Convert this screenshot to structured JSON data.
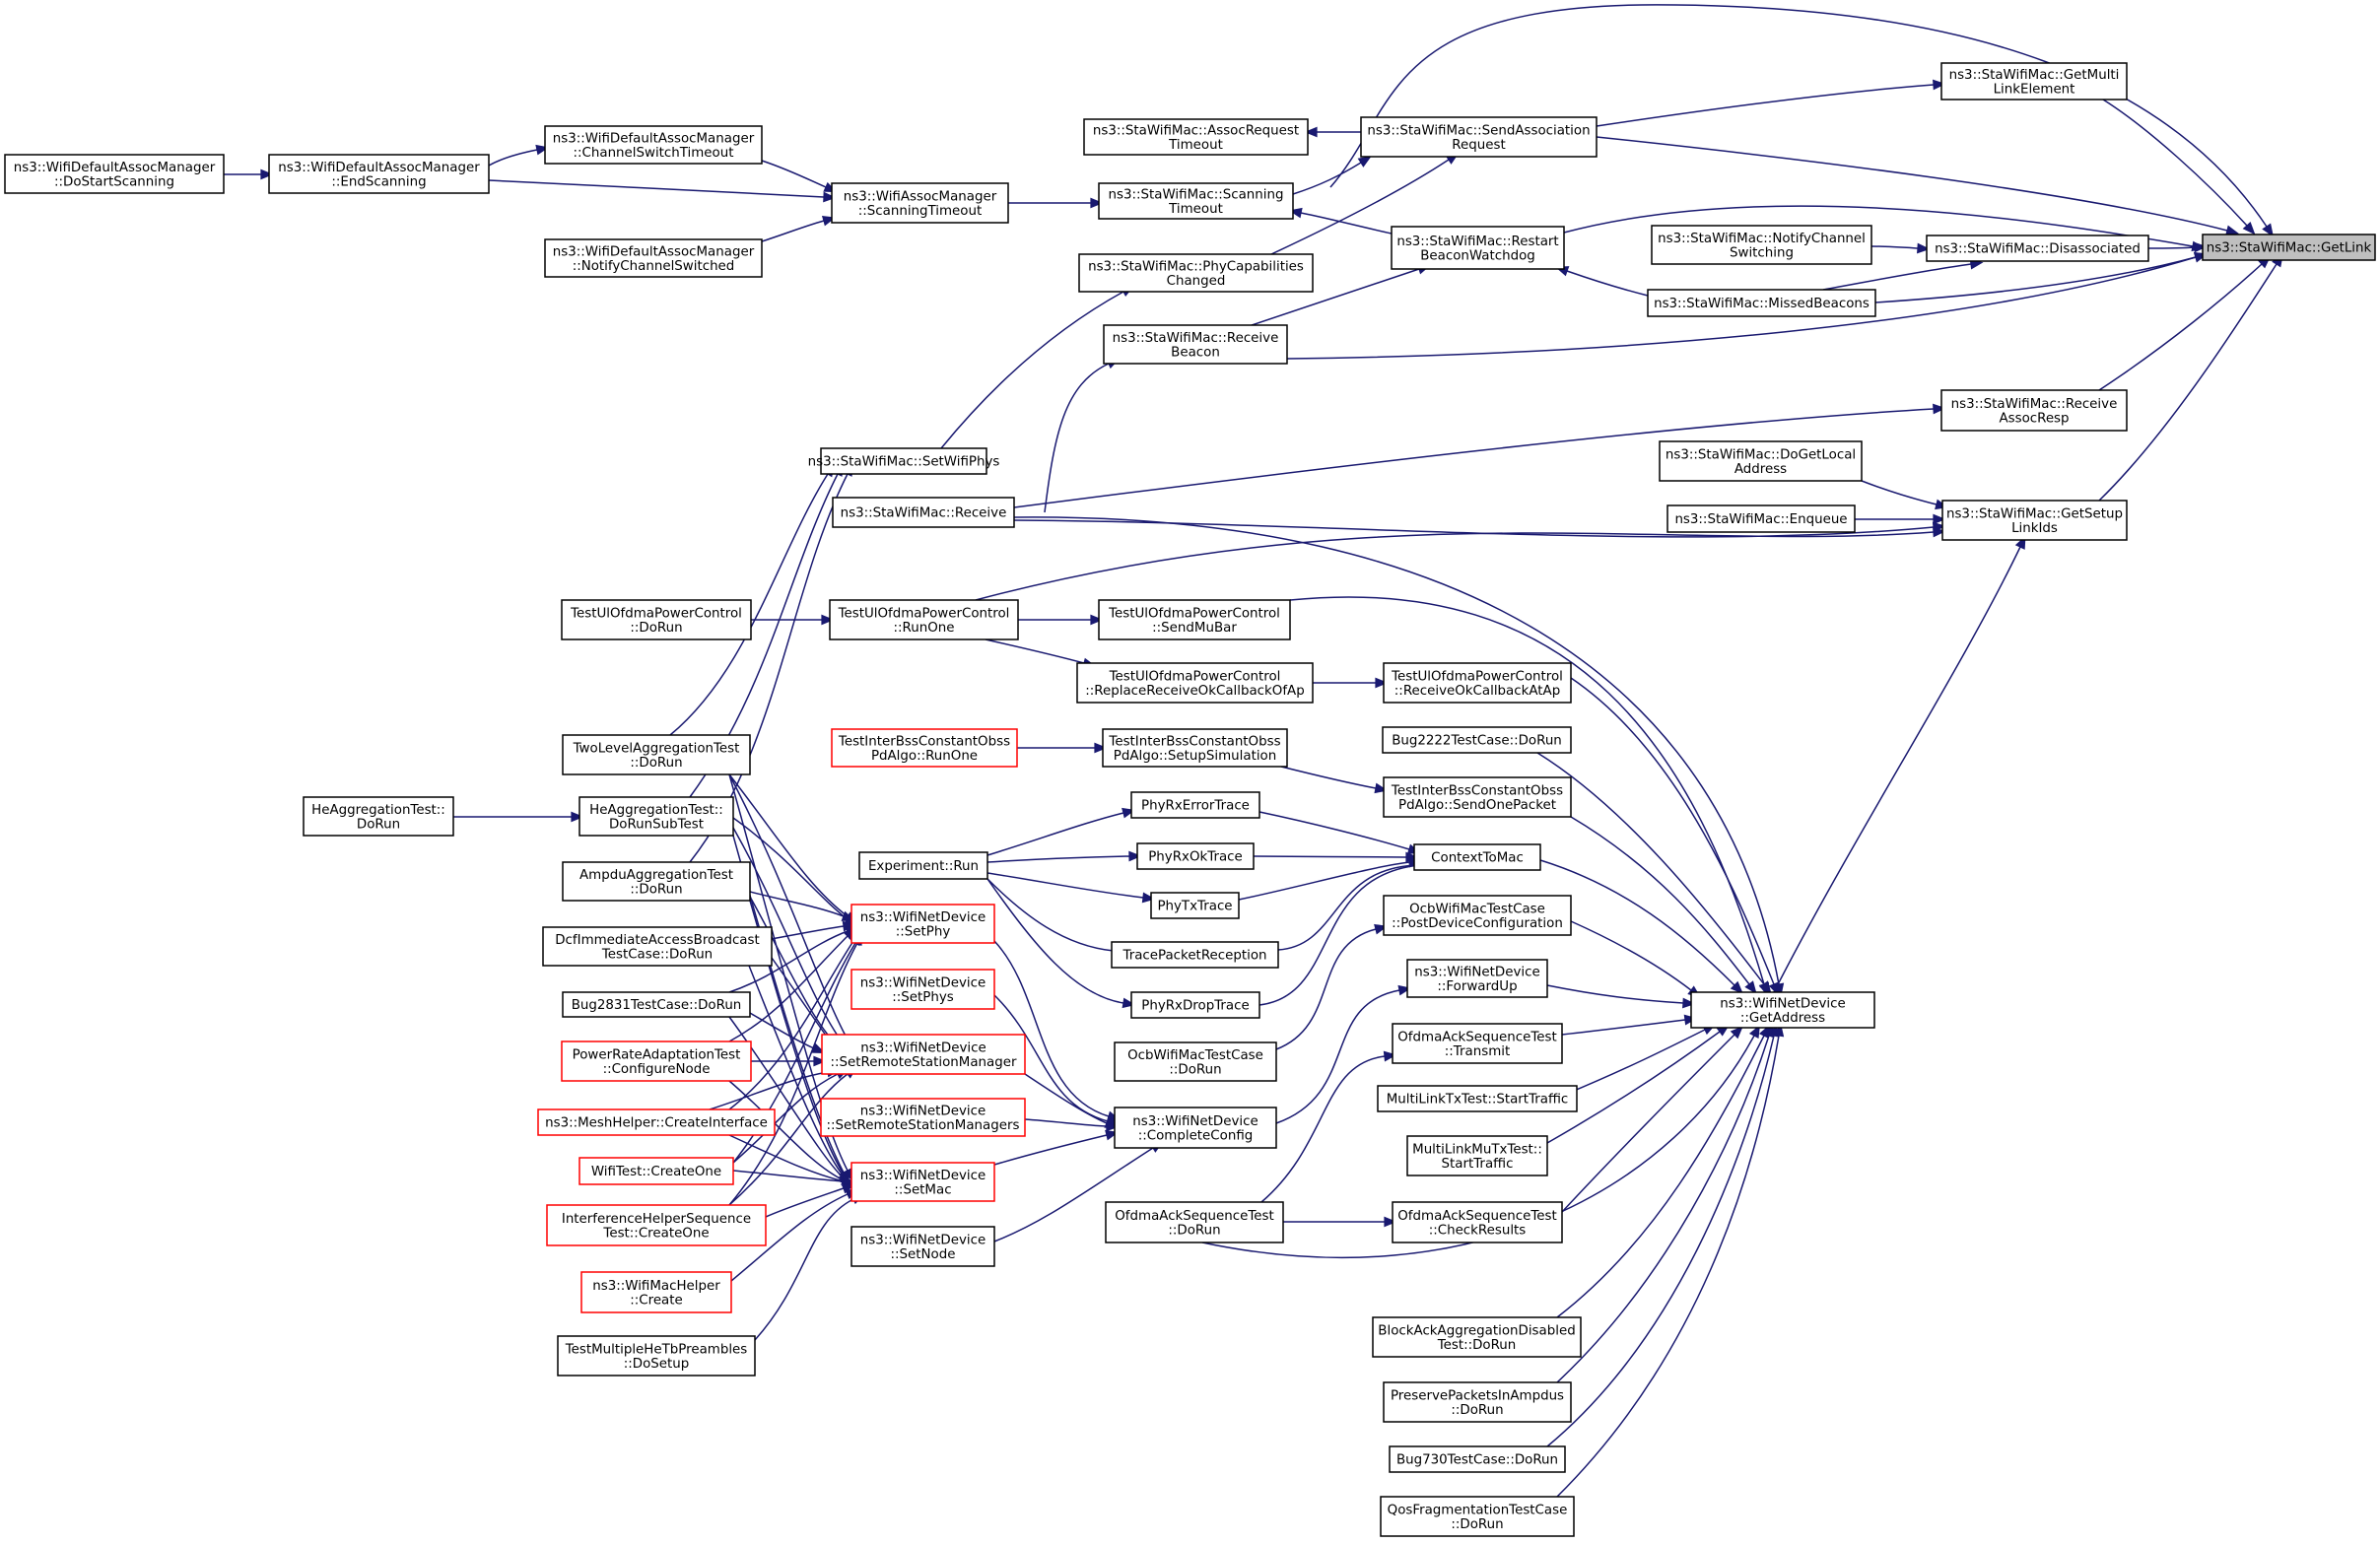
{
  "graph": {
    "title": "",
    "colors": {
      "edge": "#191970",
      "node_border": "#000000",
      "node_border_incomplete": "#ff0000",
      "root_fill": "#bfbfbf",
      "background": "#ffffff"
    },
    "nodes": [
      {
        "id": "getlink",
        "lines": [
          "ns3::StaWifiMac::GetLink"
        ],
        "root": true
      },
      {
        "id": "getmultilink",
        "lines": [
          "ns3::StaWifiMac::GetMulti",
          "LinkElement"
        ]
      },
      {
        "id": "sendassoc",
        "lines": [
          "ns3::StaWifiMac::SendAssociation",
          "Request"
        ]
      },
      {
        "id": "assocreqtimeout",
        "lines": [
          "ns3::StaWifiMac::AssocRequest",
          "Timeout"
        ]
      },
      {
        "id": "scanningtimeout_sta",
        "lines": [
          "ns3::StaWifiMac::Scanning",
          "Timeout"
        ]
      },
      {
        "id": "scanningtimeout_mgr",
        "lines": [
          "ns3::WifiAssocManager",
          "::ScanningTimeout"
        ]
      },
      {
        "id": "chswtimeout",
        "lines": [
          "ns3::WifiDefaultAssocManager",
          "::ChannelSwitchTimeout"
        ]
      },
      {
        "id": "endscanning",
        "lines": [
          "ns3::WifiDefaultAssocManager",
          "::EndScanning"
        ]
      },
      {
        "id": "dostartscanning",
        "lines": [
          "ns3::WifiDefaultAssocManager",
          "::DoStartScanning"
        ]
      },
      {
        "id": "notifychsw_mgr",
        "lines": [
          "ns3::WifiDefaultAssocManager",
          "::NotifyChannelSwitched"
        ]
      },
      {
        "id": "phycap",
        "lines": [
          "ns3::StaWifiMac::PhyCapabilities",
          "Changed"
        ]
      },
      {
        "id": "restartbeacon",
        "lines": [
          "ns3::StaWifiMac::Restart",
          "BeaconWatchdog"
        ]
      },
      {
        "id": "notifychsw_sta",
        "lines": [
          "ns3::StaWifiMac::NotifyChannel",
          "Switching"
        ]
      },
      {
        "id": "disassociated",
        "lines": [
          "ns3::StaWifiMac::Disassociated"
        ]
      },
      {
        "id": "missedbeacons",
        "lines": [
          "ns3::StaWifiMac::MissedBeacons"
        ]
      },
      {
        "id": "receivebeacon",
        "lines": [
          "ns3::StaWifiMac::Receive",
          "Beacon"
        ]
      },
      {
        "id": "receiveassocresp",
        "lines": [
          "ns3::StaWifiMac::Receive",
          "AssocResp"
        ]
      },
      {
        "id": "setwifiphys",
        "lines": [
          "ns3::StaWifiMac::SetWifiPhys"
        ]
      },
      {
        "id": "receive",
        "lines": [
          "ns3::StaWifiMac::Receive"
        ]
      },
      {
        "id": "dogetlocaladdr",
        "lines": [
          "ns3::StaWifiMac::DoGetLocal",
          "Address"
        ]
      },
      {
        "id": "enqueue",
        "lines": [
          "ns3::StaWifiMac::Enqueue"
        ]
      },
      {
        "id": "getsetuplinkids",
        "lines": [
          "ns3::StaWifiMac::GetSetup",
          "LinkIds"
        ]
      },
      {
        "id": "ulofdma_dorun",
        "lines": [
          "TestUlOfdmaPowerControl",
          "::DoRun"
        ]
      },
      {
        "id": "ulofdma_runone",
        "lines": [
          "TestUlOfdmaPowerControl",
          "::RunOne"
        ]
      },
      {
        "id": "ulofdma_sendmubar",
        "lines": [
          "TestUlOfdmaPowerControl",
          "::SendMuBar"
        ]
      },
      {
        "id": "ulofdma_replace",
        "lines": [
          "TestUlOfdmaPowerControl",
          "::ReplaceReceiveOkCallbackOfAp"
        ]
      },
      {
        "id": "ulofdma_recvok",
        "lines": [
          "TestUlOfdmaPowerControl",
          "::ReceiveOkCallbackAtAp"
        ]
      },
      {
        "id": "interbss_runone",
        "lines": [
          "TestInterBssConstantObss",
          "PdAlgo::RunOne"
        ],
        "red": true
      },
      {
        "id": "interbss_setup",
        "lines": [
          "TestInterBssConstantObss",
          "PdAlgo::SetupSimulation"
        ]
      },
      {
        "id": "bug2222",
        "lines": [
          "Bug2222TestCase::DoRun"
        ]
      },
      {
        "id": "interbss_send",
        "lines": [
          "TestInterBssConstantObss",
          "PdAlgo::SendOnePacket"
        ]
      },
      {
        "id": "twolevel",
        "lines": [
          "TwoLevelAggregationTest",
          "::DoRun"
        ]
      },
      {
        "id": "heagg_dorun",
        "lines": [
          "HeAggregationTest::",
          "DoRun"
        ]
      },
      {
        "id": "heagg_subtest",
        "lines": [
          "HeAggregationTest::",
          "DoRunSubTest"
        ]
      },
      {
        "id": "phyrxerror",
        "lines": [
          "PhyRxErrorTrace"
        ]
      },
      {
        "id": "phyrxok",
        "lines": [
          "PhyRxOkTrace"
        ]
      },
      {
        "id": "phytx",
        "lines": [
          "PhyTxTrace"
        ]
      },
      {
        "id": "tracepacket",
        "lines": [
          "TracePacketReception"
        ]
      },
      {
        "id": "phyrxdrop",
        "lines": [
          "PhyRxDropTrace"
        ]
      },
      {
        "id": "contexttomac",
        "lines": [
          "ContextToMac"
        ]
      },
      {
        "id": "experiment_run",
        "lines": [
          "Experiment::Run"
        ]
      },
      {
        "id": "ampdu",
        "lines": [
          "AmpduAggregationTest",
          "::DoRun"
        ]
      },
      {
        "id": "dcfimmediate",
        "lines": [
          "DcfImmediateAccessBroadcast",
          "TestCase::DoRun"
        ]
      },
      {
        "id": "bug2831",
        "lines": [
          "Bug2831TestCase::DoRun"
        ]
      },
      {
        "id": "powerrate",
        "lines": [
          "PowerRateAdaptationTest",
          "::ConfigureNode"
        ],
        "red": true
      },
      {
        "id": "meshhelper",
        "lines": [
          "ns3::MeshHelper::CreateInterface"
        ],
        "red": true
      },
      {
        "id": "wifitest",
        "lines": [
          "WifiTest::CreateOne"
        ],
        "red": true
      },
      {
        "id": "interference",
        "lines": [
          "InterferenceHelperSequence",
          "Test::CreateOne"
        ],
        "red": true
      },
      {
        "id": "wifimachelper",
        "lines": [
          "ns3::WifiMacHelper",
          "::Create"
        ],
        "red": true
      },
      {
        "id": "multiplehetb",
        "lines": [
          "TestMultipleHeTbPreambles",
          "::DoSetup"
        ]
      },
      {
        "id": "setphy",
        "lines": [
          "ns3::WifiNetDevice",
          "::SetPhy"
        ],
        "red": true
      },
      {
        "id": "setphys",
        "lines": [
          "ns3::WifiNetDevice",
          "::SetPhys"
        ],
        "red": true
      },
      {
        "id": "setrsm",
        "lines": [
          "ns3::WifiNetDevice",
          "::SetRemoteStationManager"
        ],
        "red": true
      },
      {
        "id": "setrsms",
        "lines": [
          "ns3::WifiNetDevice",
          "::SetRemoteStationManagers"
        ],
        "red": true
      },
      {
        "id": "setmac",
        "lines": [
          "ns3::WifiNetDevice",
          "::SetMac"
        ],
        "red": true
      },
      {
        "id": "setnode",
        "lines": [
          "ns3::WifiNetDevice",
          "::SetNode"
        ]
      },
      {
        "id": "ocb_dorun",
        "lines": [
          "OcbWifiMacTestCase",
          "::DoRun"
        ]
      },
      {
        "id": "completeconfig",
        "lines": [
          "ns3::WifiNetDevice",
          "::CompleteConfig"
        ]
      },
      {
        "id": "ocb_postdev",
        "lines": [
          "OcbWifiMacTestCase",
          "::PostDeviceConfiguration"
        ]
      },
      {
        "id": "forwardup",
        "lines": [
          "ns3::WifiNetDevice",
          "::ForwardUp"
        ]
      },
      {
        "id": "ofdmaack_transmit",
        "lines": [
          "OfdmaAckSequenceTest",
          "::Transmit"
        ]
      },
      {
        "id": "multilinktx",
        "lines": [
          "MultiLinkTxTest::StartTraffic"
        ]
      },
      {
        "id": "multilinkmutx",
        "lines": [
          "MultiLinkMuTxTest::",
          "StartTraffic"
        ]
      },
      {
        "id": "ofdmaack_dorun",
        "lines": [
          "OfdmaAckSequenceTest",
          "::DoRun"
        ]
      },
      {
        "id": "ofdmaack_check",
        "lines": [
          "OfdmaAckSequenceTest",
          "::CheckResults"
        ]
      },
      {
        "id": "blockack",
        "lines": [
          "BlockAckAggregationDisabled",
          "Test::DoRun"
        ]
      },
      {
        "id": "preserve",
        "lines": [
          "PreservePacketsInAmpdus",
          "::DoRun"
        ]
      },
      {
        "id": "bug730",
        "lines": [
          "Bug730TestCase::DoRun"
        ]
      },
      {
        "id": "qosfrag",
        "lines": [
          "QosFragmentationTestCase",
          "::DoRun"
        ]
      },
      {
        "id": "getaddress",
        "lines": [
          "ns3::WifiNetDevice",
          "::GetAddress"
        ]
      }
    ]
  }
}
